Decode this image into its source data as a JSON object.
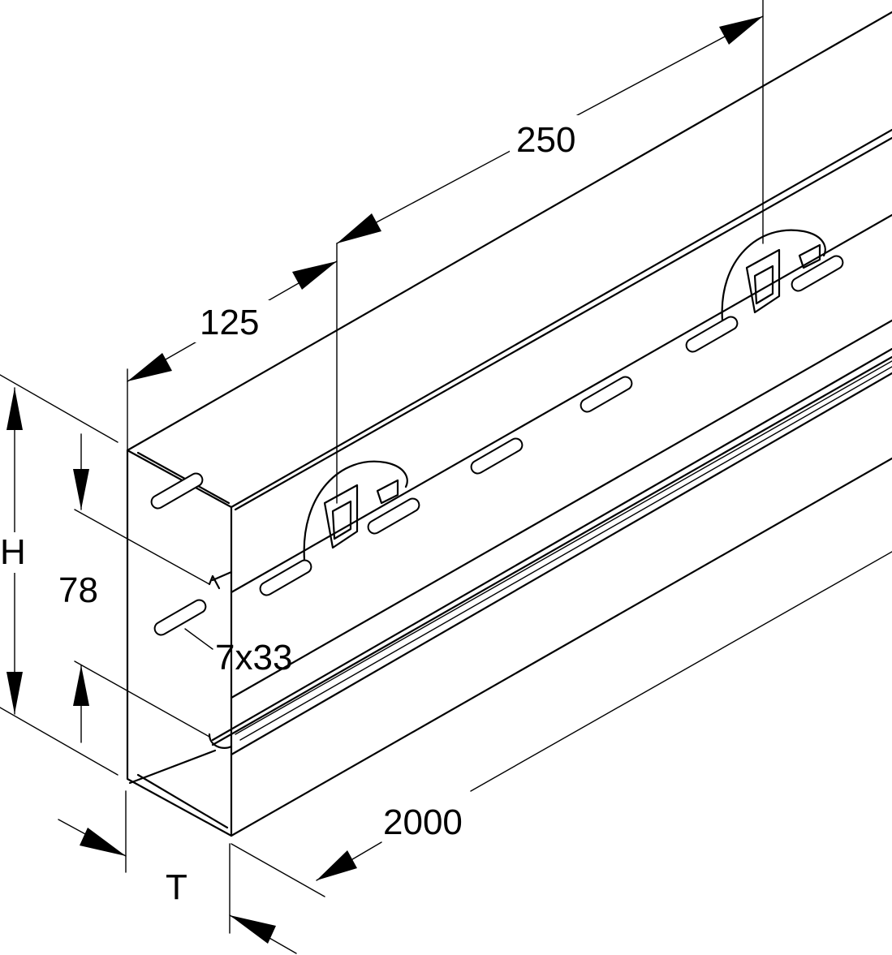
{
  "labels": {
    "dim_250": "250",
    "dim_125": "125",
    "dim_H": "H",
    "dim_78": "78",
    "dim_slot": "7x33",
    "dim_2000": "2000",
    "dim_T": "T"
  }
}
